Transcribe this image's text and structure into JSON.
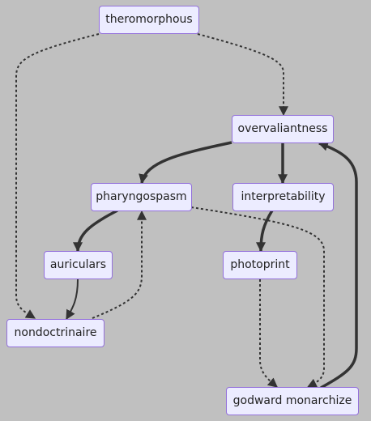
{
  "diagram": {
    "nodes": [
      {
        "id": "theromorphous",
        "label": "theromorphous"
      },
      {
        "id": "overvaliantness",
        "label": "overvaliantness"
      },
      {
        "id": "pharyngospasm",
        "label": "pharyngospasm"
      },
      {
        "id": "interpretability",
        "label": "interpretability"
      },
      {
        "id": "auriculars",
        "label": "auriculars"
      },
      {
        "id": "photoprint",
        "label": "photoprint"
      },
      {
        "id": "nondoctrinaire",
        "label": "nondoctrinaire"
      },
      {
        "id": "godward_monarchize",
        "label": "godward monarchize"
      }
    ],
    "edges": [
      {
        "from": "theromorphous",
        "to": "overvaliantness",
        "style": "dotted"
      },
      {
        "from": "theromorphous",
        "to": "nondoctrinaire",
        "style": "dotted"
      },
      {
        "from": "overvaliantness",
        "to": "pharyngospasm",
        "style": "thick"
      },
      {
        "from": "overvaliantness",
        "to": "interpretability",
        "style": "thick"
      },
      {
        "from": "pharyngospasm",
        "to": "auriculars",
        "style": "thick"
      },
      {
        "from": "pharyngospasm",
        "to": "godward_monarchize",
        "style": "dotted"
      },
      {
        "from": "interpretability",
        "to": "photoprint",
        "style": "thick"
      },
      {
        "from": "auriculars",
        "to": "nondoctrinaire",
        "style": "normal"
      },
      {
        "from": "nondoctrinaire",
        "to": "pharyngospasm",
        "style": "dotted"
      },
      {
        "from": "photoprint",
        "to": "godward_monarchize",
        "style": "dotted"
      },
      {
        "from": "godward_monarchize",
        "to": "overvaliantness",
        "style": "thick"
      }
    ]
  }
}
